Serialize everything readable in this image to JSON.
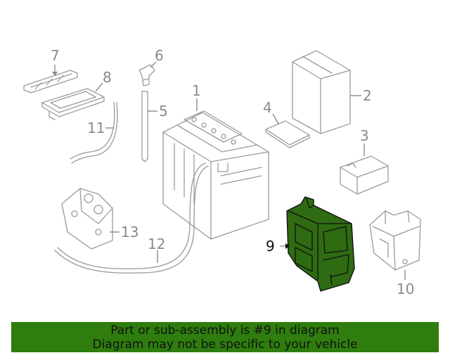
{
  "callouts": {
    "c1": "1",
    "c2": "2",
    "c3": "3",
    "c4": "4",
    "c5": "5",
    "c6": "6",
    "c7": "7",
    "c8": "8",
    "c9": "9",
    "c10": "10",
    "c11": "11",
    "c12": "12",
    "c13": "13"
  },
  "highlighted_part": "9",
  "colors": {
    "highlight_fill": "#2f6b12",
    "banner_bg": "#2e7d0e",
    "line_gray": "#9a9a9a"
  },
  "banner": {
    "line1": "Part or sub-assembly is #9 in diagram",
    "line2": "Diagram may not be specific to your vehicle"
  }
}
